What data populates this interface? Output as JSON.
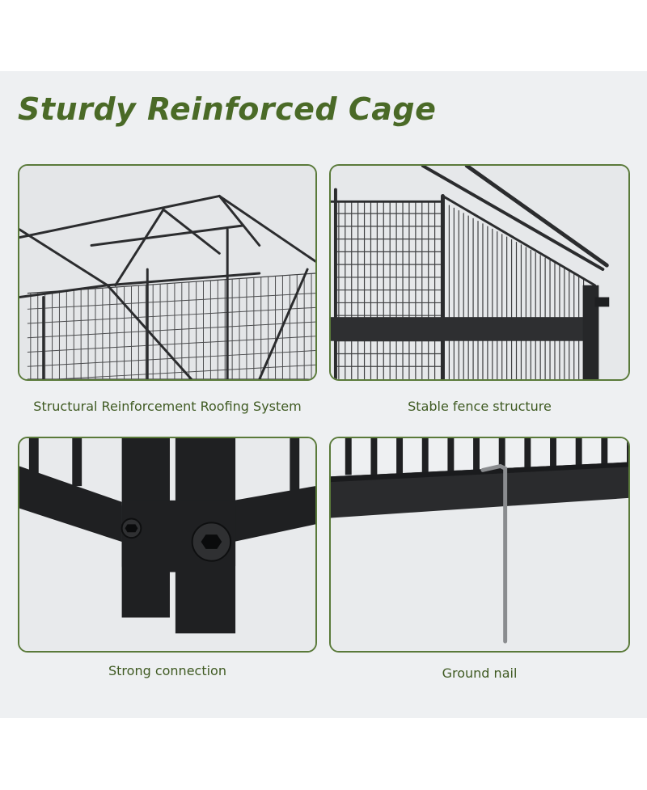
{
  "title": "Sturdy Reinforced Cage",
  "colors": {
    "title": "#4a6a27",
    "caption": "#3f5a22",
    "panel_border": "#5a7a3a",
    "card_background": "#eef0f2",
    "metal": "#2b2c2e"
  },
  "panels": [
    {
      "image": "roof-frame-image",
      "caption": "Structural Reinforcement Roofing System"
    },
    {
      "image": "fence-panel-image",
      "caption": "Stable fence structure"
    },
    {
      "image": "bolted-joint-image",
      "caption": "Strong connection"
    },
    {
      "image": "ground-stake-image",
      "caption": "Ground nail"
    }
  ]
}
